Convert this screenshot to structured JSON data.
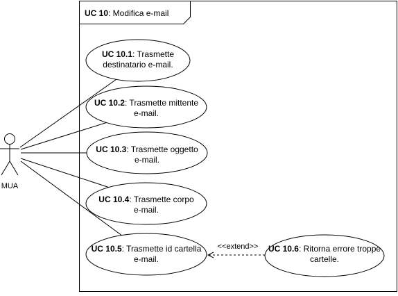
{
  "diagram": {
    "frame": {
      "id": "UC 10",
      "title": ": Modifica e-mail"
    },
    "actor": {
      "name": "MUA"
    },
    "use_cases": [
      {
        "key": "uc101",
        "id": "UC 10.1",
        "lines": [
          ": Trasmette",
          "destinatario e-mail."
        ]
      },
      {
        "key": "uc102",
        "id": "UC 10.2",
        "lines": [
          ": Trasmette mittente",
          "e-mail."
        ]
      },
      {
        "key": "uc103",
        "id": "UC 10.3",
        "lines": [
          ": Trasmette oggetto",
          "e-mail."
        ]
      },
      {
        "key": "uc104",
        "id": "UC 10.4",
        "lines": [
          ": Trasmette corpo",
          "e-mail."
        ]
      },
      {
        "key": "uc105",
        "id": "UC 10.5",
        "lines": [
          ": Trasmette id cartella",
          "e-mail."
        ]
      },
      {
        "key": "uc106",
        "id": "UC 10.6",
        "lines": [
          ": Ritorna errore troppe",
          "cartelle."
        ]
      }
    ],
    "extend": {
      "from": "UC 10.6",
      "to": "UC 10.5",
      "label": "<<extend>>"
    },
    "associations": [
      "UC 10.1",
      "UC 10.2",
      "UC 10.3",
      "UC 10.4",
      "UC 10.5"
    ]
  }
}
